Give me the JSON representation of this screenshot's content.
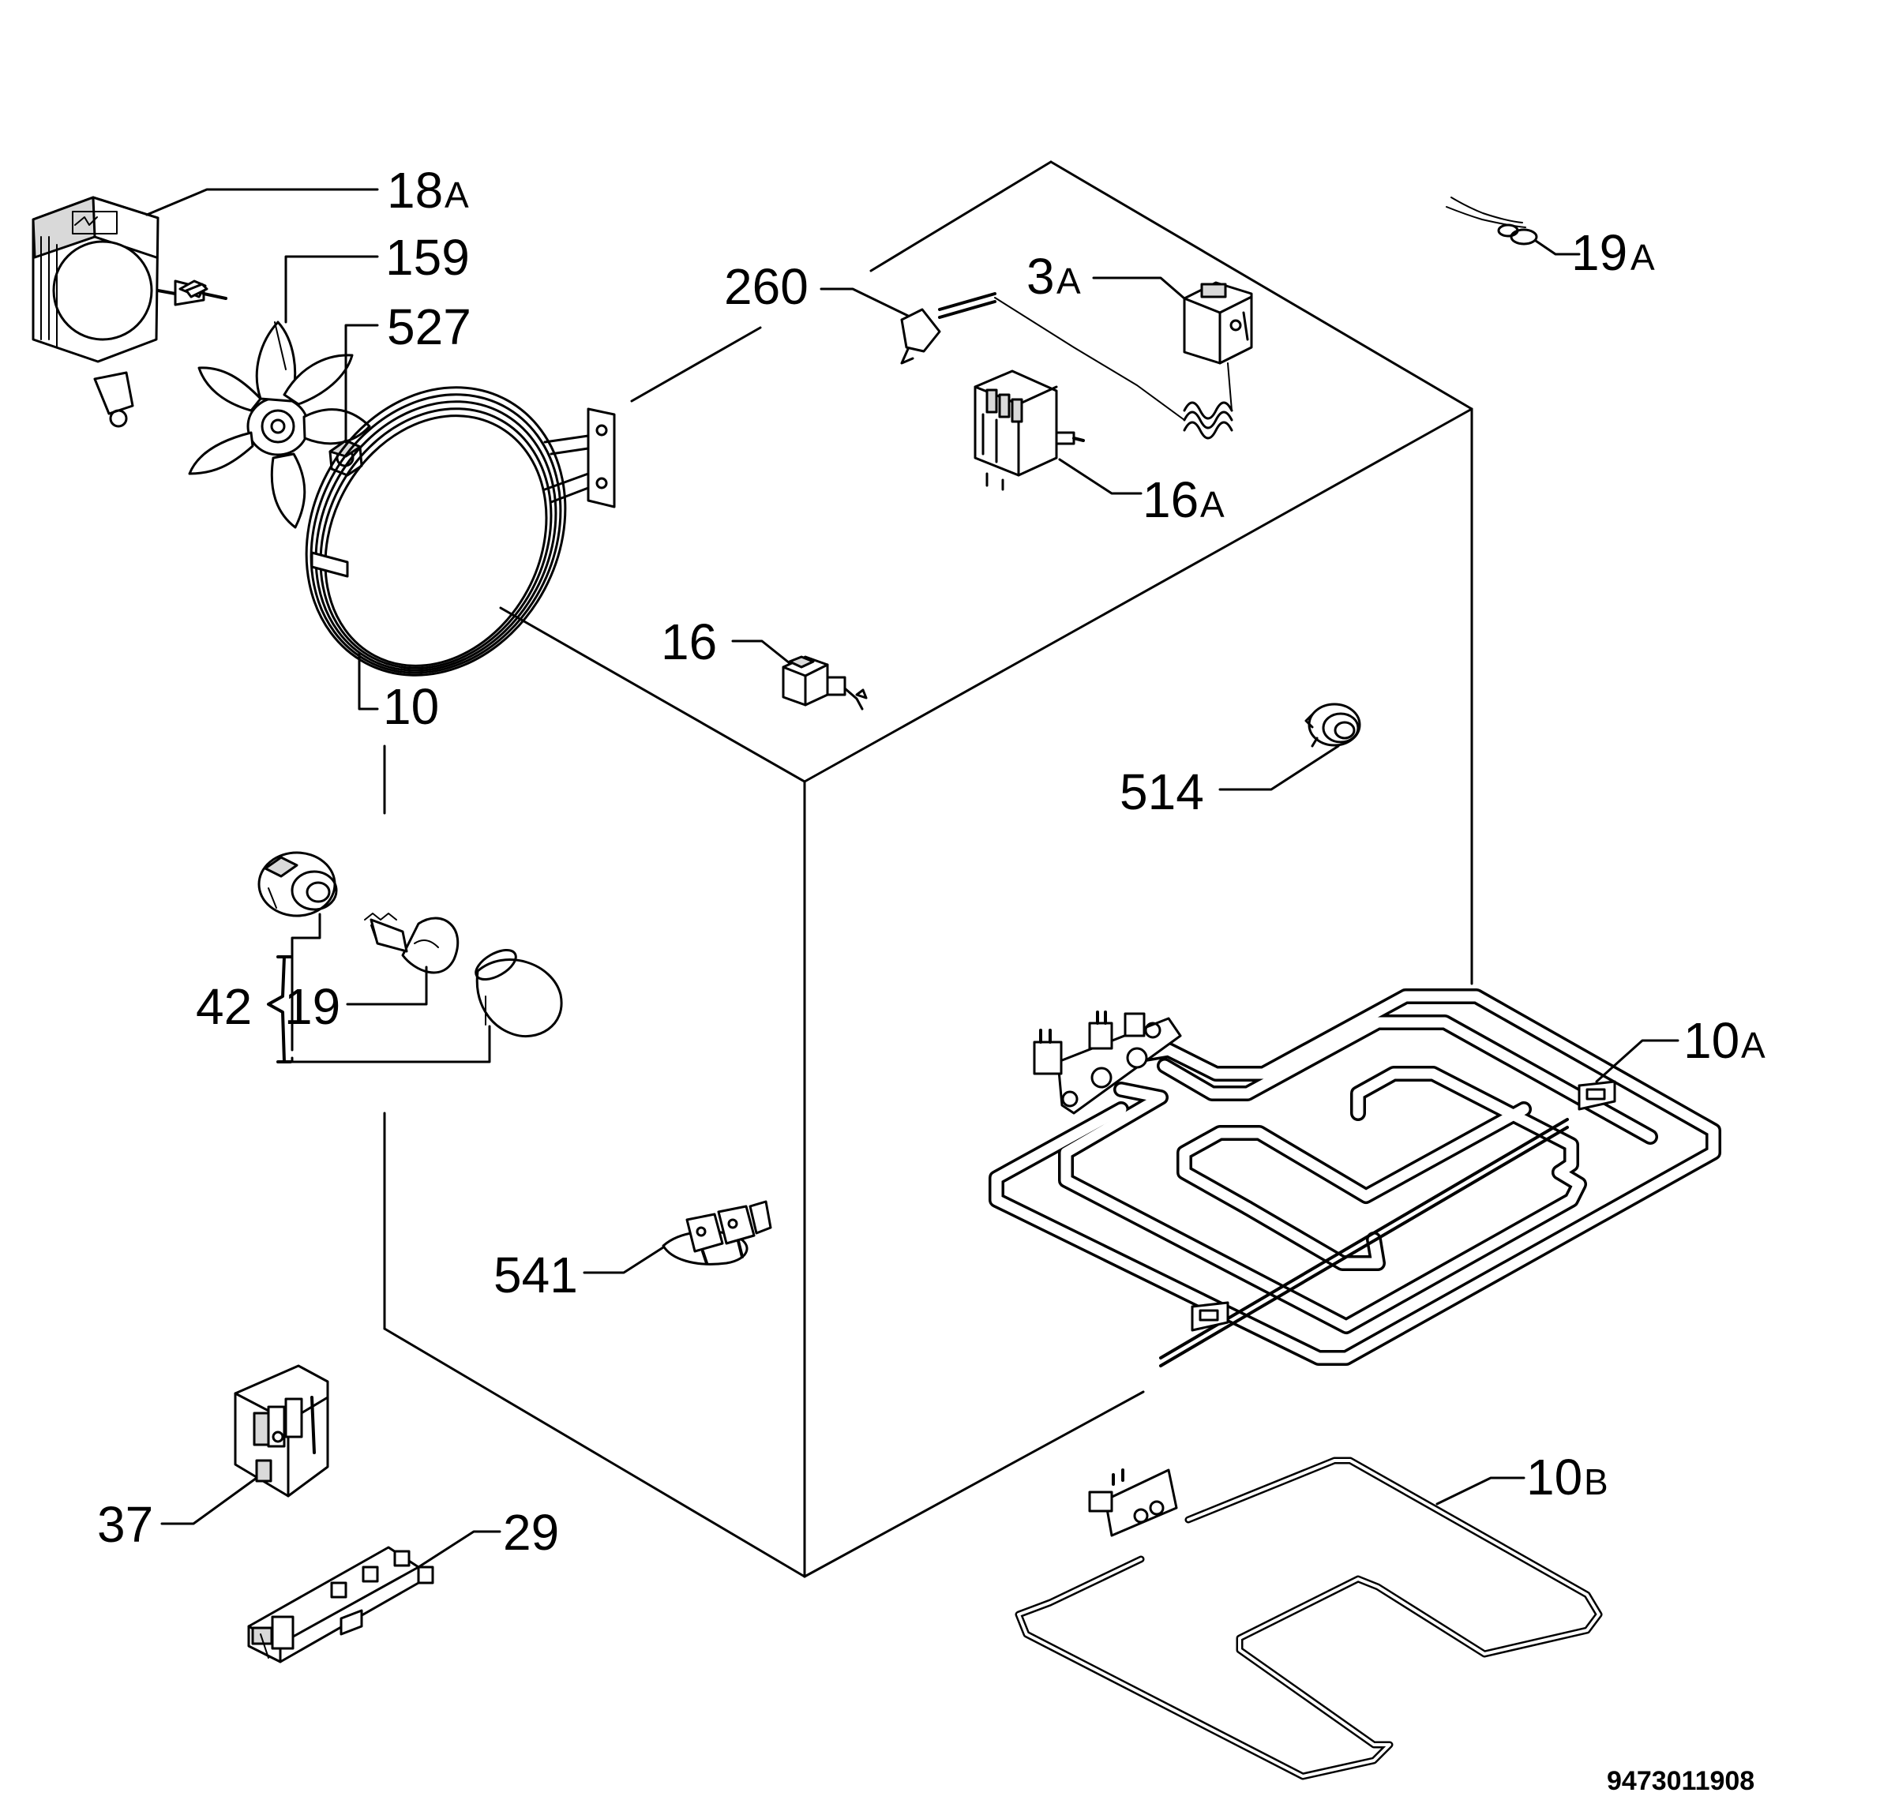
{
  "callouts": {
    "c18A": "18",
    "c18A_suffix": "A",
    "c159": "159",
    "c527": "527",
    "c260": "260",
    "c3A": "3",
    "c3A_suffix": "A",
    "c19A": "19",
    "c19A_suffix": "A",
    "c16A": "16",
    "c16A_suffix": "A",
    "c16": "16",
    "c10": "10",
    "c514": "514",
    "c42": "42",
    "c19": "19",
    "c10A": "10",
    "c10A_suffix": "A",
    "c541": "541",
    "c10B": "10",
    "c10B_suffix": "B",
    "c37": "37",
    "c29": "29"
  },
  "drawing_code": "9473011908"
}
